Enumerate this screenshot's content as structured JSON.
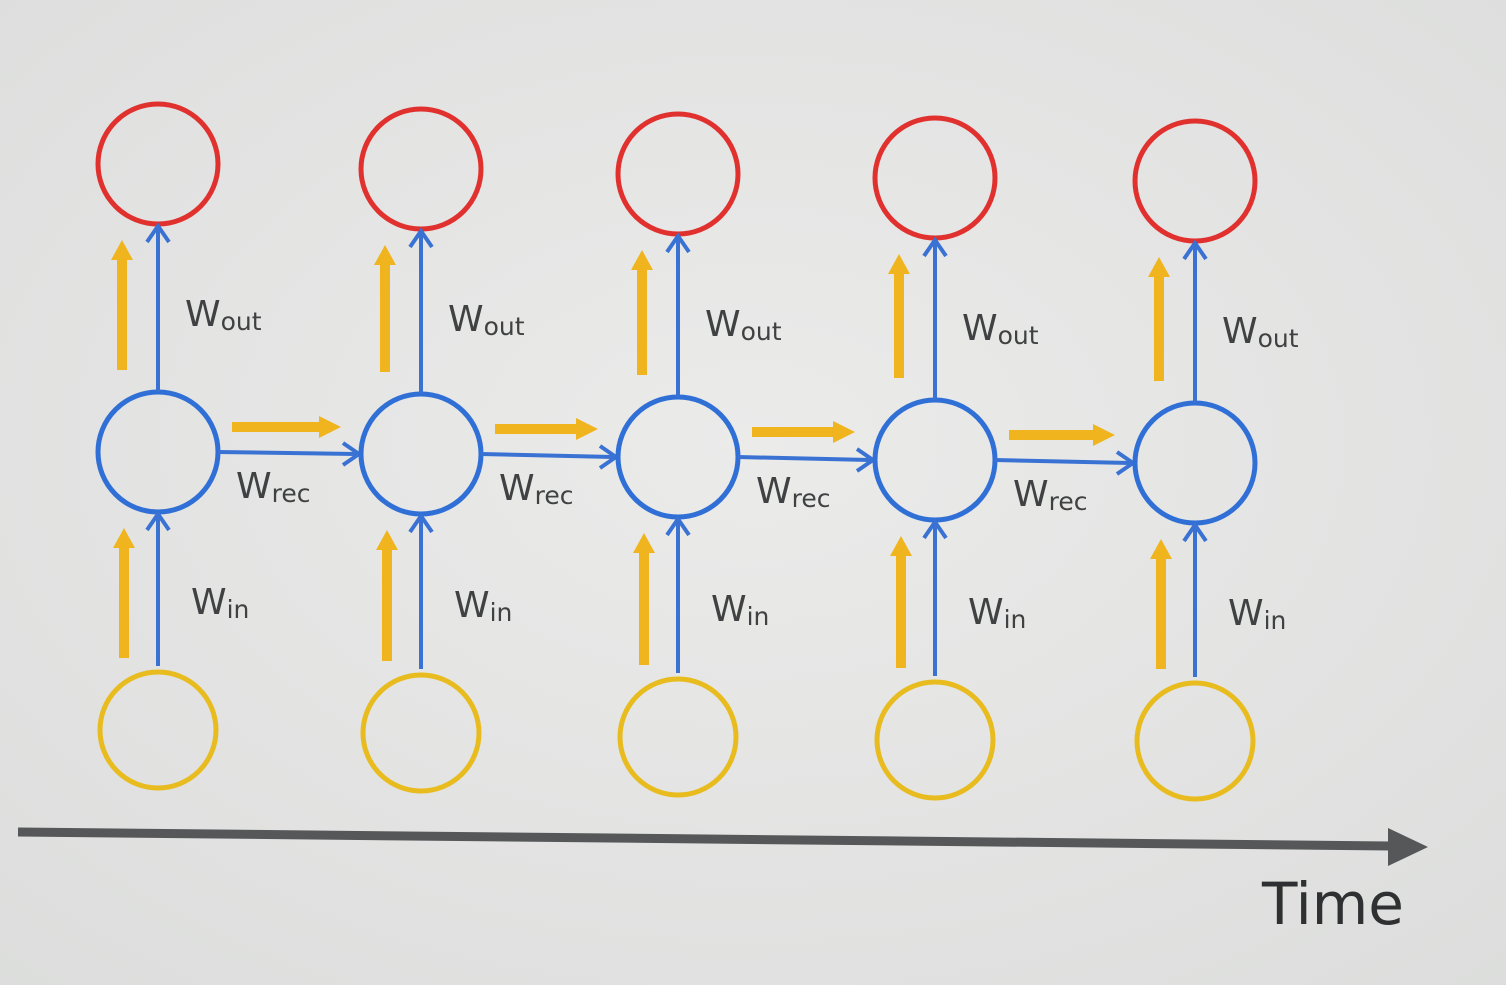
{
  "diagram": {
    "colors": {
      "output_node": "#e0312f",
      "hidden_node": "#2f6fd6",
      "input_node": "#e8bb1f",
      "connection": "#3a72d4",
      "gradient_arrow": "#f0b51e",
      "time_axis": "#555759"
    },
    "timesteps": [
      {
        "w_out_main": "W",
        "w_out_sub": "out",
        "w_rec_main": "W",
        "w_rec_sub": "rec",
        "w_in_main": "W",
        "w_in_sub": "in"
      },
      {
        "w_out_main": "W",
        "w_out_sub": "out",
        "w_rec_main": "W",
        "w_rec_sub": "rec",
        "w_in_main": "W",
        "w_in_sub": "in"
      },
      {
        "w_out_main": "W",
        "w_out_sub": "out",
        "w_rec_main": "W",
        "w_rec_sub": "rec",
        "w_in_main": "W",
        "w_in_sub": "in"
      },
      {
        "w_out_main": "W",
        "w_out_sub": "out",
        "w_rec_main": "W",
        "w_rec_sub": "rec",
        "w_in_main": "W",
        "w_in_sub": "in"
      },
      {
        "w_out_main": "W",
        "w_out_sub": "out",
        "w_in_main": "W",
        "w_in_sub": "in"
      }
    ],
    "time_axis_label": "Time"
  }
}
